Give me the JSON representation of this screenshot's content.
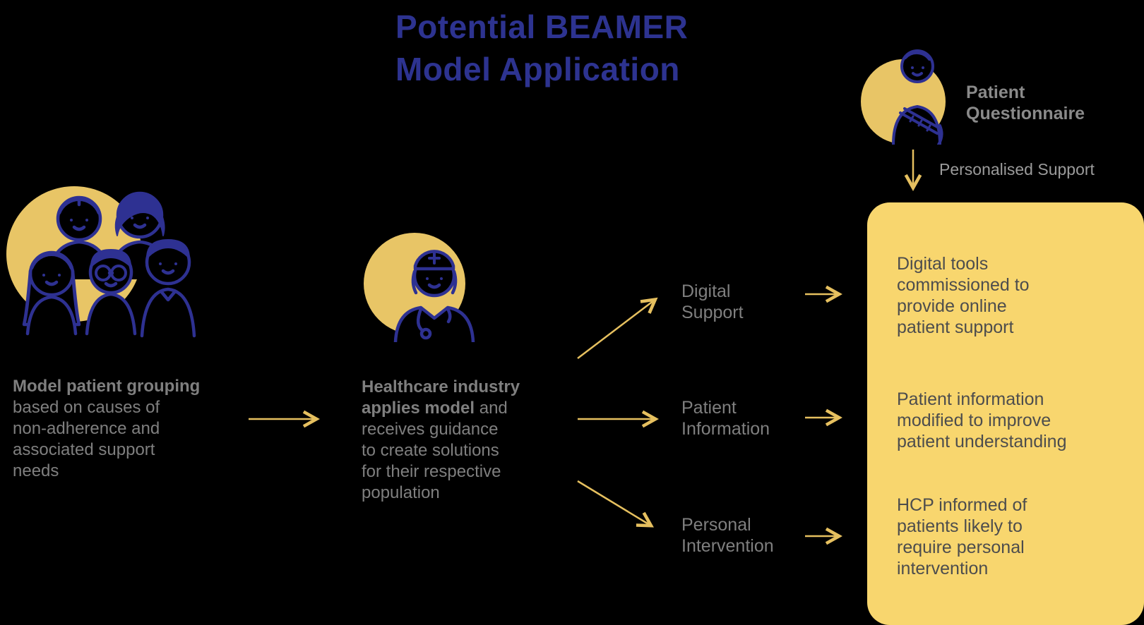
{
  "title": "Potential BEAMER\nModel Application",
  "colors": {
    "indigo": "#2d3390",
    "circle_yellow": "#e8c566",
    "panel_yellow": "#f8d66e",
    "arrow_yellow": "#e6c05f",
    "body_gray": "#7f7f7f",
    "panel_text_gray": "#4d4d4d",
    "muted_gray": "#9b9b9b"
  },
  "left_step": {
    "icon": "patient-group-icon",
    "heading": "Model patient grouping",
    "body": "\nbased on causes of\nnon-adherence and\nassociated support\nneeds"
  },
  "middle_step": {
    "icon": "healthcare-professional-icon",
    "heading": "Healthcare industry\napplies model",
    "body": " and\nreceives guidance\nto create solutions\nfor their respective\npopulation"
  },
  "branches": [
    {
      "label": "Digital\nSupport",
      "outcome": "Digital tools\ncommissioned to\nprovide online\npatient support"
    },
    {
      "label": "Patient\nInformation",
      "outcome": "Patient information\nmodified to improve\npatient understanding"
    },
    {
      "label": "Personal\nIntervention",
      "outcome": "HCP informed of\npatients likely to\nrequire personal\nintervention"
    }
  ],
  "questionnaire": {
    "icon": "patient-questionnaire-icon",
    "label": "Patient\nQuestionnaire",
    "arrow_label": "Personalised Support"
  }
}
